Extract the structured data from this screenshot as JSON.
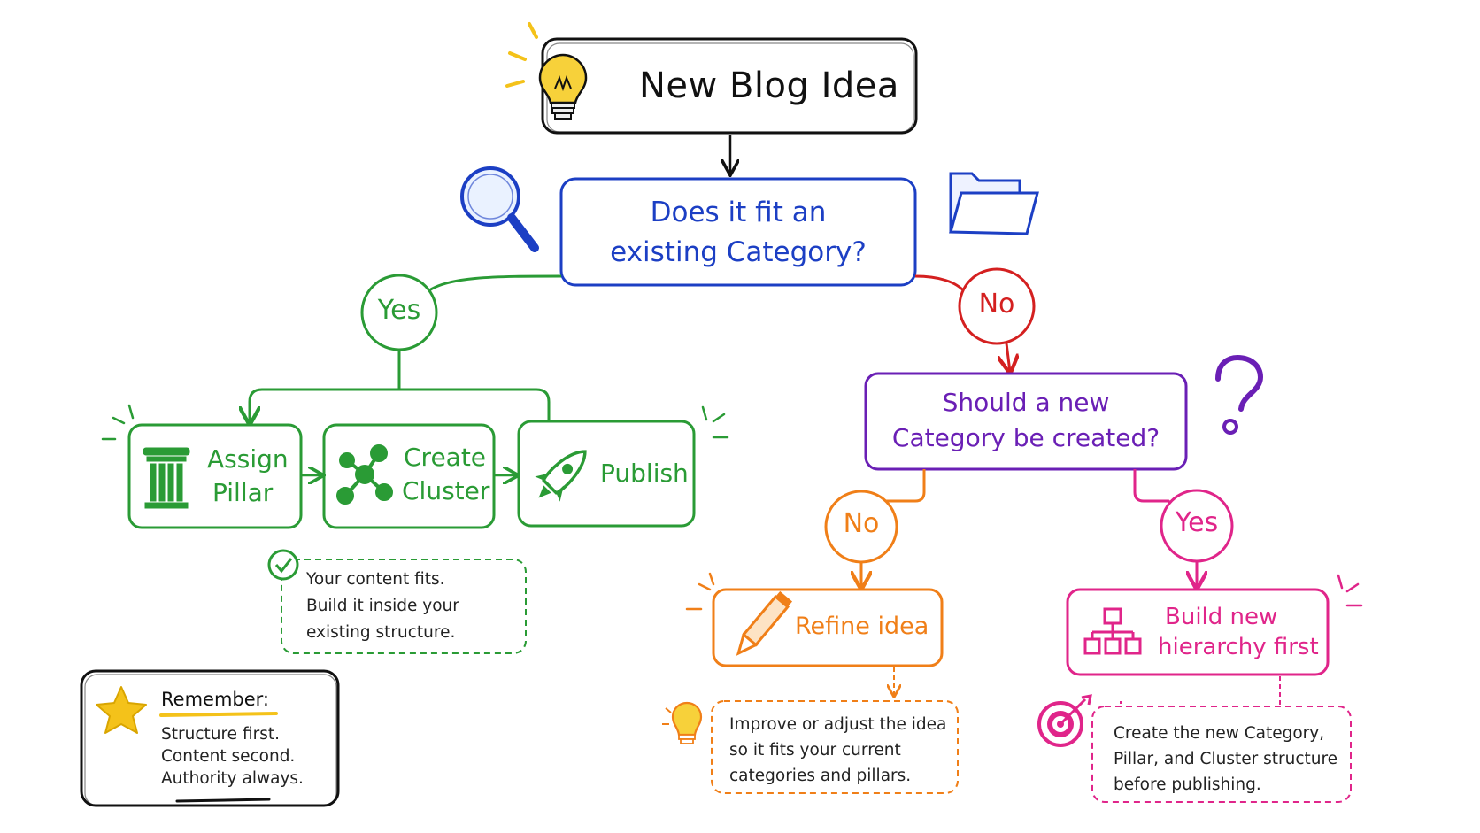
{
  "colors": {
    "black": "#111111",
    "blue": "#1c3fc4",
    "green": "#2a9b35",
    "red": "#d42020",
    "purple": "#6a1fb5",
    "orange": "#f07f18",
    "pink": "#e0258a",
    "yellow": "#f4c21a"
  },
  "nodes": {
    "start": {
      "label": "New Blog Idea",
      "icon": "lightbulb-icon"
    },
    "question1": {
      "line1": "Does it fit an",
      "line2": "existing Category?",
      "icons": [
        "magnifier-icon",
        "folder-icon"
      ]
    },
    "question2": {
      "line1": "Should a new",
      "line2": "Category be created?",
      "icon": "question-mark-icon"
    },
    "assign_pillar": {
      "line1": "Assign",
      "line2": "Pillar",
      "icon": "pillar-icon"
    },
    "create_cluster": {
      "line1": "Create",
      "line2": "Cluster",
      "icon": "cluster-icon"
    },
    "publish": {
      "label": "Publish",
      "icon": "rocket-icon"
    },
    "refine_idea": {
      "label": "Refine idea",
      "icon": "pencil-icon"
    },
    "build_hierarchy": {
      "line1": "Build new",
      "line2": "hierarchy first",
      "icon": "hierarchy-icon"
    }
  },
  "branches": {
    "q1_yes": "Yes",
    "q1_no": "No",
    "q2_no": "No",
    "q2_yes": "Yes"
  },
  "notes": {
    "fits": {
      "lines": [
        "Your content fits.",
        "Build it inside your",
        "existing structure."
      ],
      "icon": "check-circle-icon"
    },
    "refine": {
      "lines": [
        "Improve or adjust the idea",
        "so it fits your current",
        "categories and pillars."
      ],
      "icon": "lightbulb-icon"
    },
    "build": {
      "lines": [
        "Create the new Category,",
        "Pillar, and Cluster structure",
        "before publishing."
      ],
      "icon": "target-icon"
    }
  },
  "reminder": {
    "title": "Remember:",
    "lines": [
      "Structure first.",
      "Content second.",
      "Authority always."
    ],
    "icon": "star-icon"
  }
}
